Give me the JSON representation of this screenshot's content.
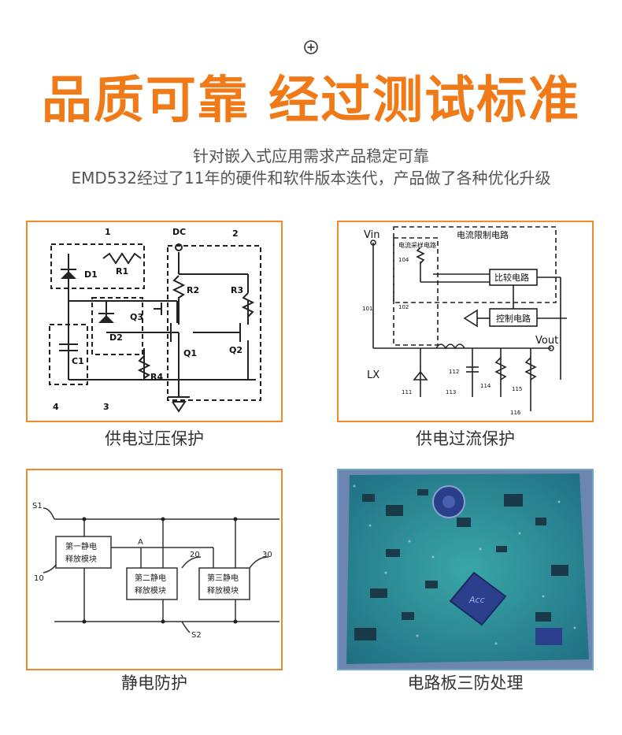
{
  "header": {
    "title": "品质可靠 经过测试标准",
    "subtitle_1": "针对嵌入式应用需求产品稳定可靠",
    "subtitle_2": "EMD532经过了11年的硬件和软件版本迭代，产品做了各种优化升级"
  },
  "cards": [
    {
      "caption": "供电过压保护",
      "labels": {
        "n1": "1",
        "n2": "2",
        "n3": "3",
        "n4": "4",
        "dc": "DC",
        "d1": "D1",
        "r1": "R1",
        "r2": "R2",
        "r3": "R3",
        "q3": "Q3",
        "d2": "D2",
        "c1": "C1",
        "q1": "Q1",
        "q2": "Q2",
        "r4": "R4"
      }
    },
    {
      "caption": "供电过流保护",
      "labels": {
        "vin": "Vin",
        "limit": "电流限制电路",
        "sample": "电流采样电路",
        "compare": "比较电路",
        "control": "控制电路",
        "vout": "Vout",
        "lx": "LX",
        "n101": "101",
        "n102": "102",
        "n104": "104",
        "n111": "111",
        "n112": "112",
        "n113": "113",
        "n114": "114",
        "n115": "115",
        "n116": "116"
      }
    },
    {
      "caption": "静电防护",
      "labels": {
        "s1": "S1",
        "s2": "S2",
        "a": "A",
        "m1a": "第一静电",
        "m1b": "释放模块",
        "m2a": "第二静电",
        "m2b": "释放模块",
        "m3a": "第三静电",
        "m3b": "释放模块",
        "n10": "10",
        "n20": "20",
        "n30": "30"
      }
    },
    {
      "caption": "电路板三防处理",
      "labels": {
        "acc": "Acc"
      }
    }
  ],
  "colors": {
    "accent": "#f07a18",
    "border": "#f08a2a",
    "pcb": "#2f8f9a"
  },
  "icons": {
    "top": "plus-circle-icon"
  }
}
